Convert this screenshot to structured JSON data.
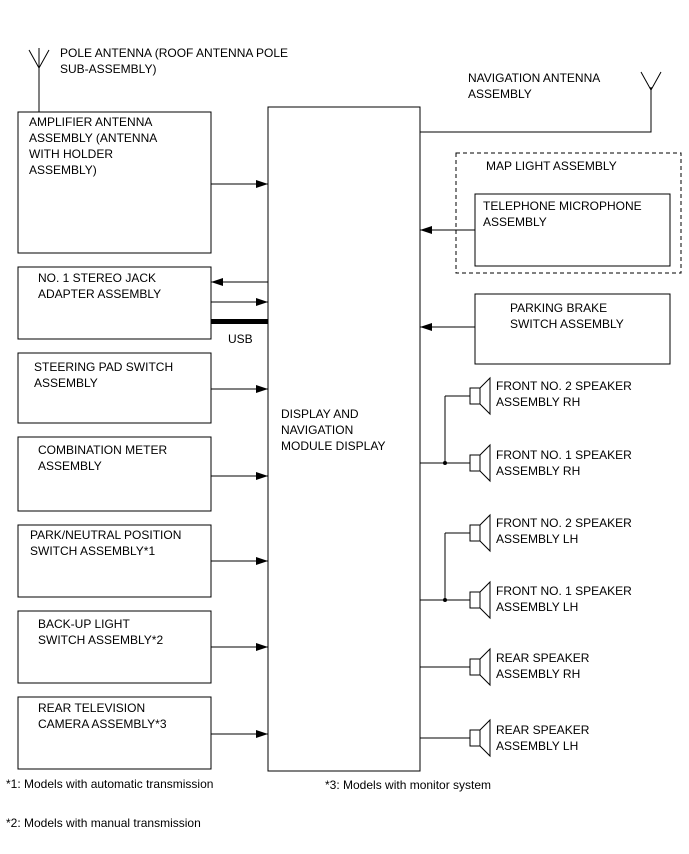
{
  "labels": {
    "pole_antenna": "POLE ANTENNA (ROOF ANTENNA POLE\nSUB-ASSEMBLY)",
    "amplifier_antenna": "AMPLIFIER ANTENNA\nASSEMBLY (ANTENNA\nWITH HOLDER\nASSEMBLY)",
    "stereo_jack": "NO. 1 STEREO JACK\nADAPTER ASSEMBLY",
    "usb": "USB",
    "steering_pad": "STEERING PAD SWITCH\nASSEMBLY",
    "combination_meter": "COMBINATION METER\nASSEMBLY",
    "park_neutral": "PARK/NEUTRAL POSITION\nSWITCH ASSEMBLY*1",
    "backup_light": "BACK-UP LIGHT\nSWITCH ASSEMBLY*2",
    "rear_tv_camera": "REAR TELEVISION\nCAMERA ASSEMBLY*3",
    "display_module": "DISPLAY AND\nNAVIGATION\nMODULE DISPLAY",
    "nav_antenna": "NAVIGATION ANTENNA\nASSEMBLY",
    "map_light": "MAP LIGHT ASSEMBLY",
    "telephone_mic": "TELEPHONE MICROPHONE\nASSEMBLY",
    "parking_brake": "PARKING BRAKE\nSWITCH ASSEMBLY",
    "front_no2_rh": "FRONT NO. 2 SPEAKER\nASSEMBLY RH",
    "front_no1_rh": "FRONT NO. 1 SPEAKER\nASSEMBLY RH",
    "front_no2_lh": "FRONT NO. 2 SPEAKER\nASSEMBLY LH",
    "front_no1_lh": "FRONT NO. 1 SPEAKER\nASSEMBLY LH",
    "rear_rh": "REAR SPEAKER\nASSEMBLY RH",
    "rear_lh": "REAR SPEAKER\nASSEMBLY LH"
  },
  "footnotes": {
    "note1": "*1: Models with automatic transmission",
    "note2": "*2: Models with manual transmission",
    "note3": "*3: Models with monitor system"
  }
}
